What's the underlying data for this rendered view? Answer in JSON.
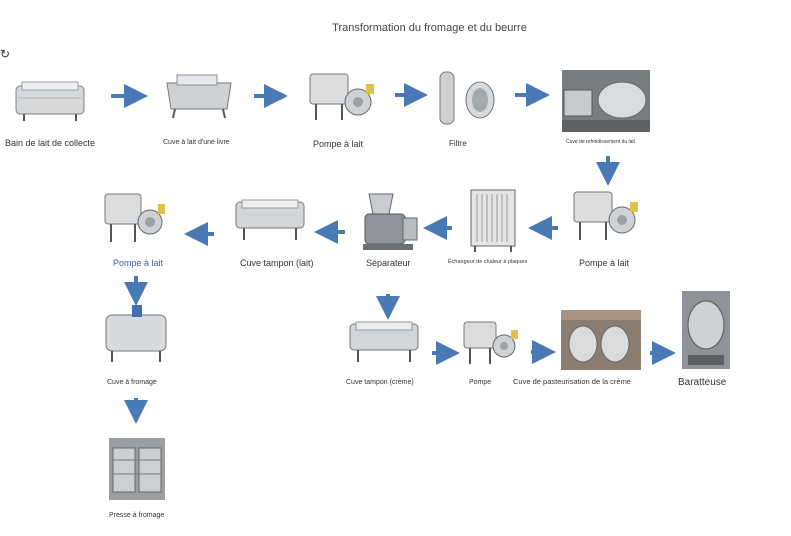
{
  "title": "Transformation du fromage et du beurre",
  "refresh_icon": "refresh-icon",
  "colors": {
    "arrow": "#4a7ab5",
    "steel_light": "#e8e8e8",
    "steel_dark": "#8a8f96"
  },
  "nodes": {
    "n1": {
      "label": "Bain de lait de collecte",
      "icon": "collection-tank-icon"
    },
    "n2": {
      "label": "Cuve à lait d'une livre",
      "icon": "milk-tank-icon"
    },
    "n3": {
      "label": "Pompe à lait",
      "icon": "pump-icon"
    },
    "n4": {
      "label": "Filtre",
      "icon": "filter-icon"
    },
    "n5": {
      "label": "Cuve de refroidissement du lait",
      "icon": "cooling-tank-icon"
    },
    "n6": {
      "label": "Pompe à lait",
      "icon": "pump-icon"
    },
    "n7": {
      "label": "Échangeur de chaleur à plaques",
      "icon": "plate-heat-exchanger-icon"
    },
    "n8": {
      "label": "Séparateur",
      "icon": "separator-icon"
    },
    "n9": {
      "label": "Cuve tampon (lait)",
      "icon": "buffer-tank-icon"
    },
    "n10": {
      "label": "Pompe à lait",
      "icon": "pump-icon"
    },
    "n11": {
      "label": "Cuve à fromage",
      "icon": "cheese-vat-icon"
    },
    "n12": {
      "label": "Presse à fromage",
      "icon": "cheese-press-icon"
    },
    "n13": {
      "label": "Cuve tampon (crème)",
      "icon": "buffer-tank-icon"
    },
    "n14": {
      "label": "Pompe",
      "icon": "pump-icon"
    },
    "n15": {
      "label": "Cuve de pasteurisation de la crème",
      "icon": "pasteurization-tank-icon"
    },
    "n16": {
      "label": "Baratteuse",
      "icon": "churn-icon"
    }
  }
}
